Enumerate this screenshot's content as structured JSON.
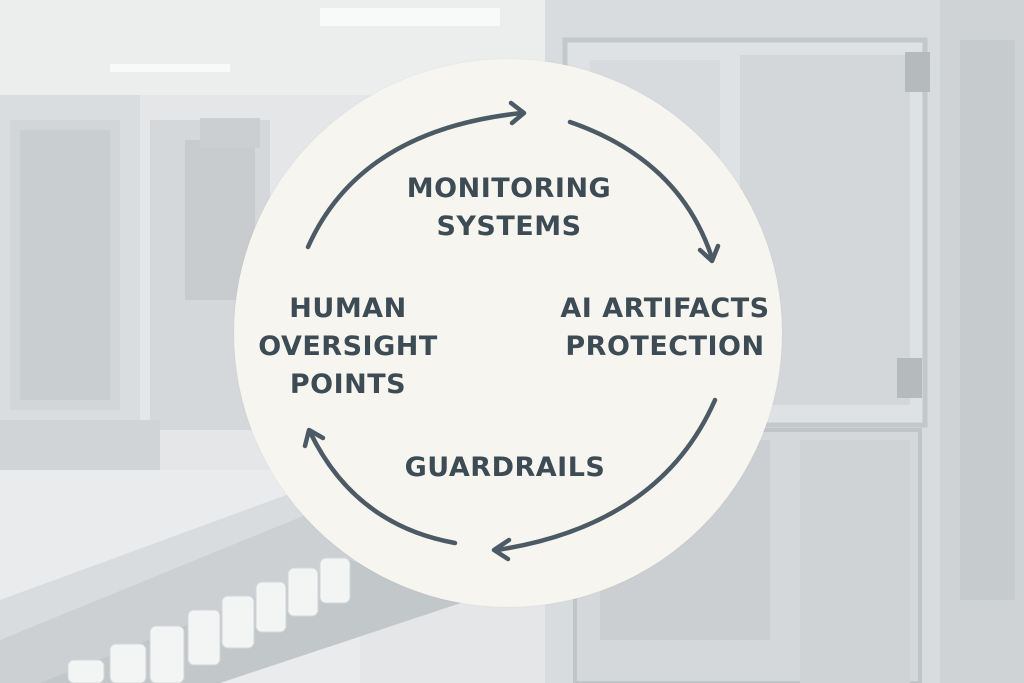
{
  "diagram": {
    "nodes": [
      {
        "id": "top",
        "lines": [
          "MONITORING",
          "SYSTEMS"
        ]
      },
      {
        "id": "right",
        "lines": [
          "AI ARTIFACTS",
          "PROTECTION"
        ]
      },
      {
        "id": "bottom",
        "lines": [
          "GUARDRAILS"
        ]
      },
      {
        "id": "left",
        "lines": [
          "HUMAN",
          "OVERSIGHT",
          "POINTS"
        ]
      }
    ],
    "cycle_direction": "clockwise",
    "colors": {
      "text": "#3d4b55",
      "arrow": "#4b5a64",
      "circle": "#f7f5f0"
    }
  }
}
